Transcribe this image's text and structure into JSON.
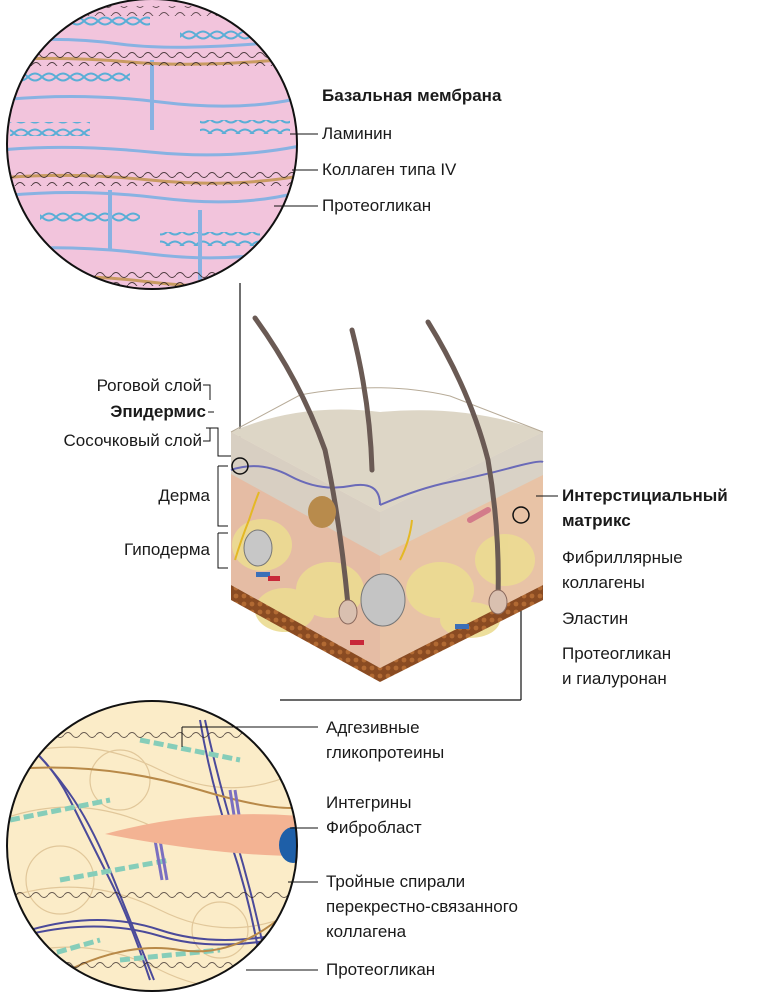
{
  "basement_membrane": {
    "title": "Базальная мембрана",
    "laminin": "Ламинин",
    "collagen_iv": "Коллаген типа IV",
    "proteoglycan": "Протеогликан"
  },
  "skin_layers": {
    "stratum_corneum": "Роговой слой",
    "epidermis": "Эпидермис",
    "papillary_layer": "Сосочковый слой",
    "dermis": "Дерма",
    "hypodermis": "Гиподерма"
  },
  "interstitial_matrix": {
    "title_line1": "Интерстициальный",
    "title_line2": "матрикс",
    "fibrillar_line1": "Фибриллярные",
    "fibrillar_line2": "коллагены",
    "elastin": "Эластин",
    "pg_line1": "Протеогликан",
    "pg_line2": "и гиалуронан"
  },
  "bottom_detail": {
    "adhesive_line1": "Адгезивные",
    "adhesive_line2": "гликопротеины",
    "integrins": "Интегрины",
    "fibroblast": "Фибробласт",
    "triple_line1": "Тройные спирали",
    "triple_line2": "перекрестно-связанного",
    "triple_line3": "коллагена",
    "proteoglycan": "Протеогликан"
  },
  "colors": {
    "membrane_bg": "#f2c4dc",
    "laminin": "#69b7da",
    "collagen_iv": "#7fa8dd",
    "proteoglycan": "#c99b62",
    "interstitial_bg": "#fbecc8",
    "fibroblast": "#f3b393",
    "nucleus": "#1e5fa8",
    "triple_helix": "#4b4a9a",
    "adhesive": "#86cdb9",
    "integrin": "#7b6fc0"
  }
}
